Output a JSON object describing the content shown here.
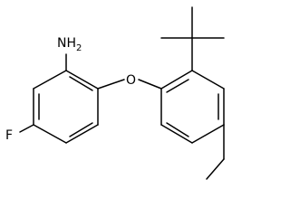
{
  "molecule": {
    "labels": {
      "amine": "NH",
      "amine_subscript": "2",
      "ether_oxygen": "O",
      "fluorine": "F"
    },
    "colors": {
      "bond": "#000000",
      "background": "#ffffff"
    }
  }
}
